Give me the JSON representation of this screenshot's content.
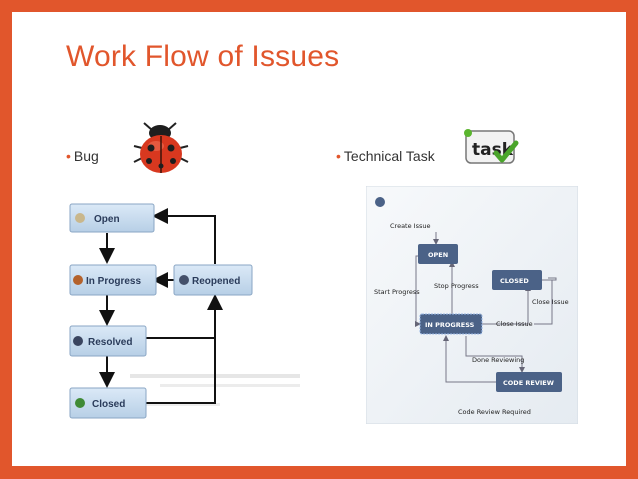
{
  "slide": {
    "title": "Work Flow of Issues",
    "accent_color": "#e1562c"
  },
  "bullets": [
    {
      "label": "Bug",
      "icon": "ladybug-icon"
    },
    {
      "label": "Technical Task",
      "icon": "task-checkmark-icon"
    }
  ],
  "task_icon_text": "task",
  "bug_workflow": {
    "nodes": [
      {
        "label": "Open",
        "icon": "open-icon"
      },
      {
        "label": "In Progress",
        "icon": "in-progress-icon"
      },
      {
        "label": "Reopened",
        "icon": "reopened-icon"
      },
      {
        "label": "Resolved",
        "icon": "resolved-icon"
      },
      {
        "label": "Closed",
        "icon": "closed-icon"
      }
    ]
  },
  "task_workflow": {
    "nodes": [
      "OPEN",
      "CLOSED",
      "IN PROGRESS",
      "CODE REVIEW"
    ],
    "transitions": [
      "Create Issue",
      "Start Progress",
      "Stop Progress",
      "Close Issue",
      "Close Issue",
      "Done Reviewing",
      "Code Review Required"
    ],
    "node_color": "#4b6287"
  }
}
